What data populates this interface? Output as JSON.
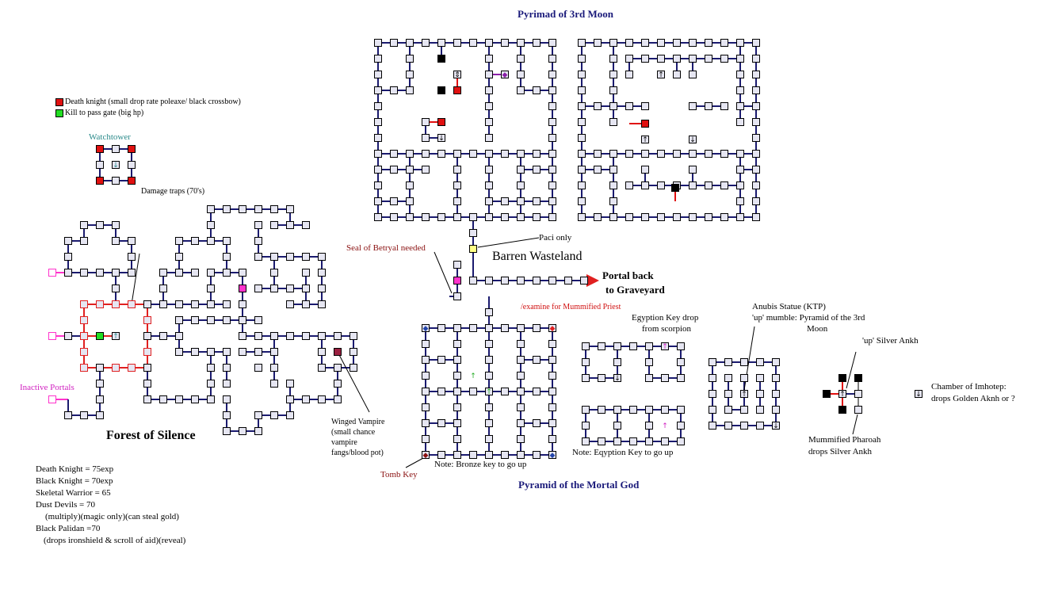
{
  "colors": {
    "room_fill": "#e6e6f2",
    "room_border": "#000000",
    "corridor_navy": "#1a1a6e",
    "forest_red": "#e02020",
    "death_knight": "#e01010",
    "kill_gate": "#22dd22",
    "portal_magenta": "#ff33cc",
    "paci": "#ffff88",
    "black_room": "#000000"
  },
  "legend": {
    "death_knight": "Death knight (small drop rate poleaxe/ black crossbow)",
    "kill_gate": "Kill to pass gate (big hp)"
  },
  "regions": {
    "pyramid_top": "Pyrimad of 3rd Moon",
    "pyramid_bottom": "Pyramid of the Mortal God",
    "barren": "Barren Wasteland",
    "forest": "Forest of Silence",
    "watchtower": "Watchtower"
  },
  "notes": {
    "damage_traps": "Damage traps (70's)",
    "inactive_portals": "Inactive Portals",
    "winged_vampire": [
      "Winged Vampire",
      "(small chance",
      "vampire",
      "fangs/blood pot)"
    ],
    "seal": "Seal of Betryal needed",
    "paci": "Paci only",
    "portal_back_1": "Portal back",
    "portal_back_2": "to Graveyard",
    "examine": "/examine for Mummified Priest",
    "egyption_key_drop_1": "Egyption Key drop",
    "egyption_key_drop_2": "from scorpion",
    "anubis_1": "Anubis Statue (KTP)",
    "anubis_2": "'up' mumble: Pyramid of the 3rd",
    "anubis_3": "Moon",
    "up_silver": "'up' Silver Ankh",
    "chamber_1": "Chamber of Imhotep:",
    "chamber_2": "drops Golden Aknh or ?",
    "mummified_1": "Mummified Pharoah",
    "mummified_2": "drops Silver Ankh",
    "bronze_note": "Note: Bronze key to go up",
    "egyption_note": "Note: Eqyption Key to go up",
    "tomb_key": "Tomb Key"
  },
  "exp_list": [
    "Death Knight = 75exp",
    "Black Knight = 70exp",
    "Skeletal Warrior = 65",
    "Dust Devils = 70",
    "(multiply)(magic only)(can steal gold)",
    "Black Palidan =70",
    "(drops ironshield & scroll of aid)(reveal)"
  ]
}
